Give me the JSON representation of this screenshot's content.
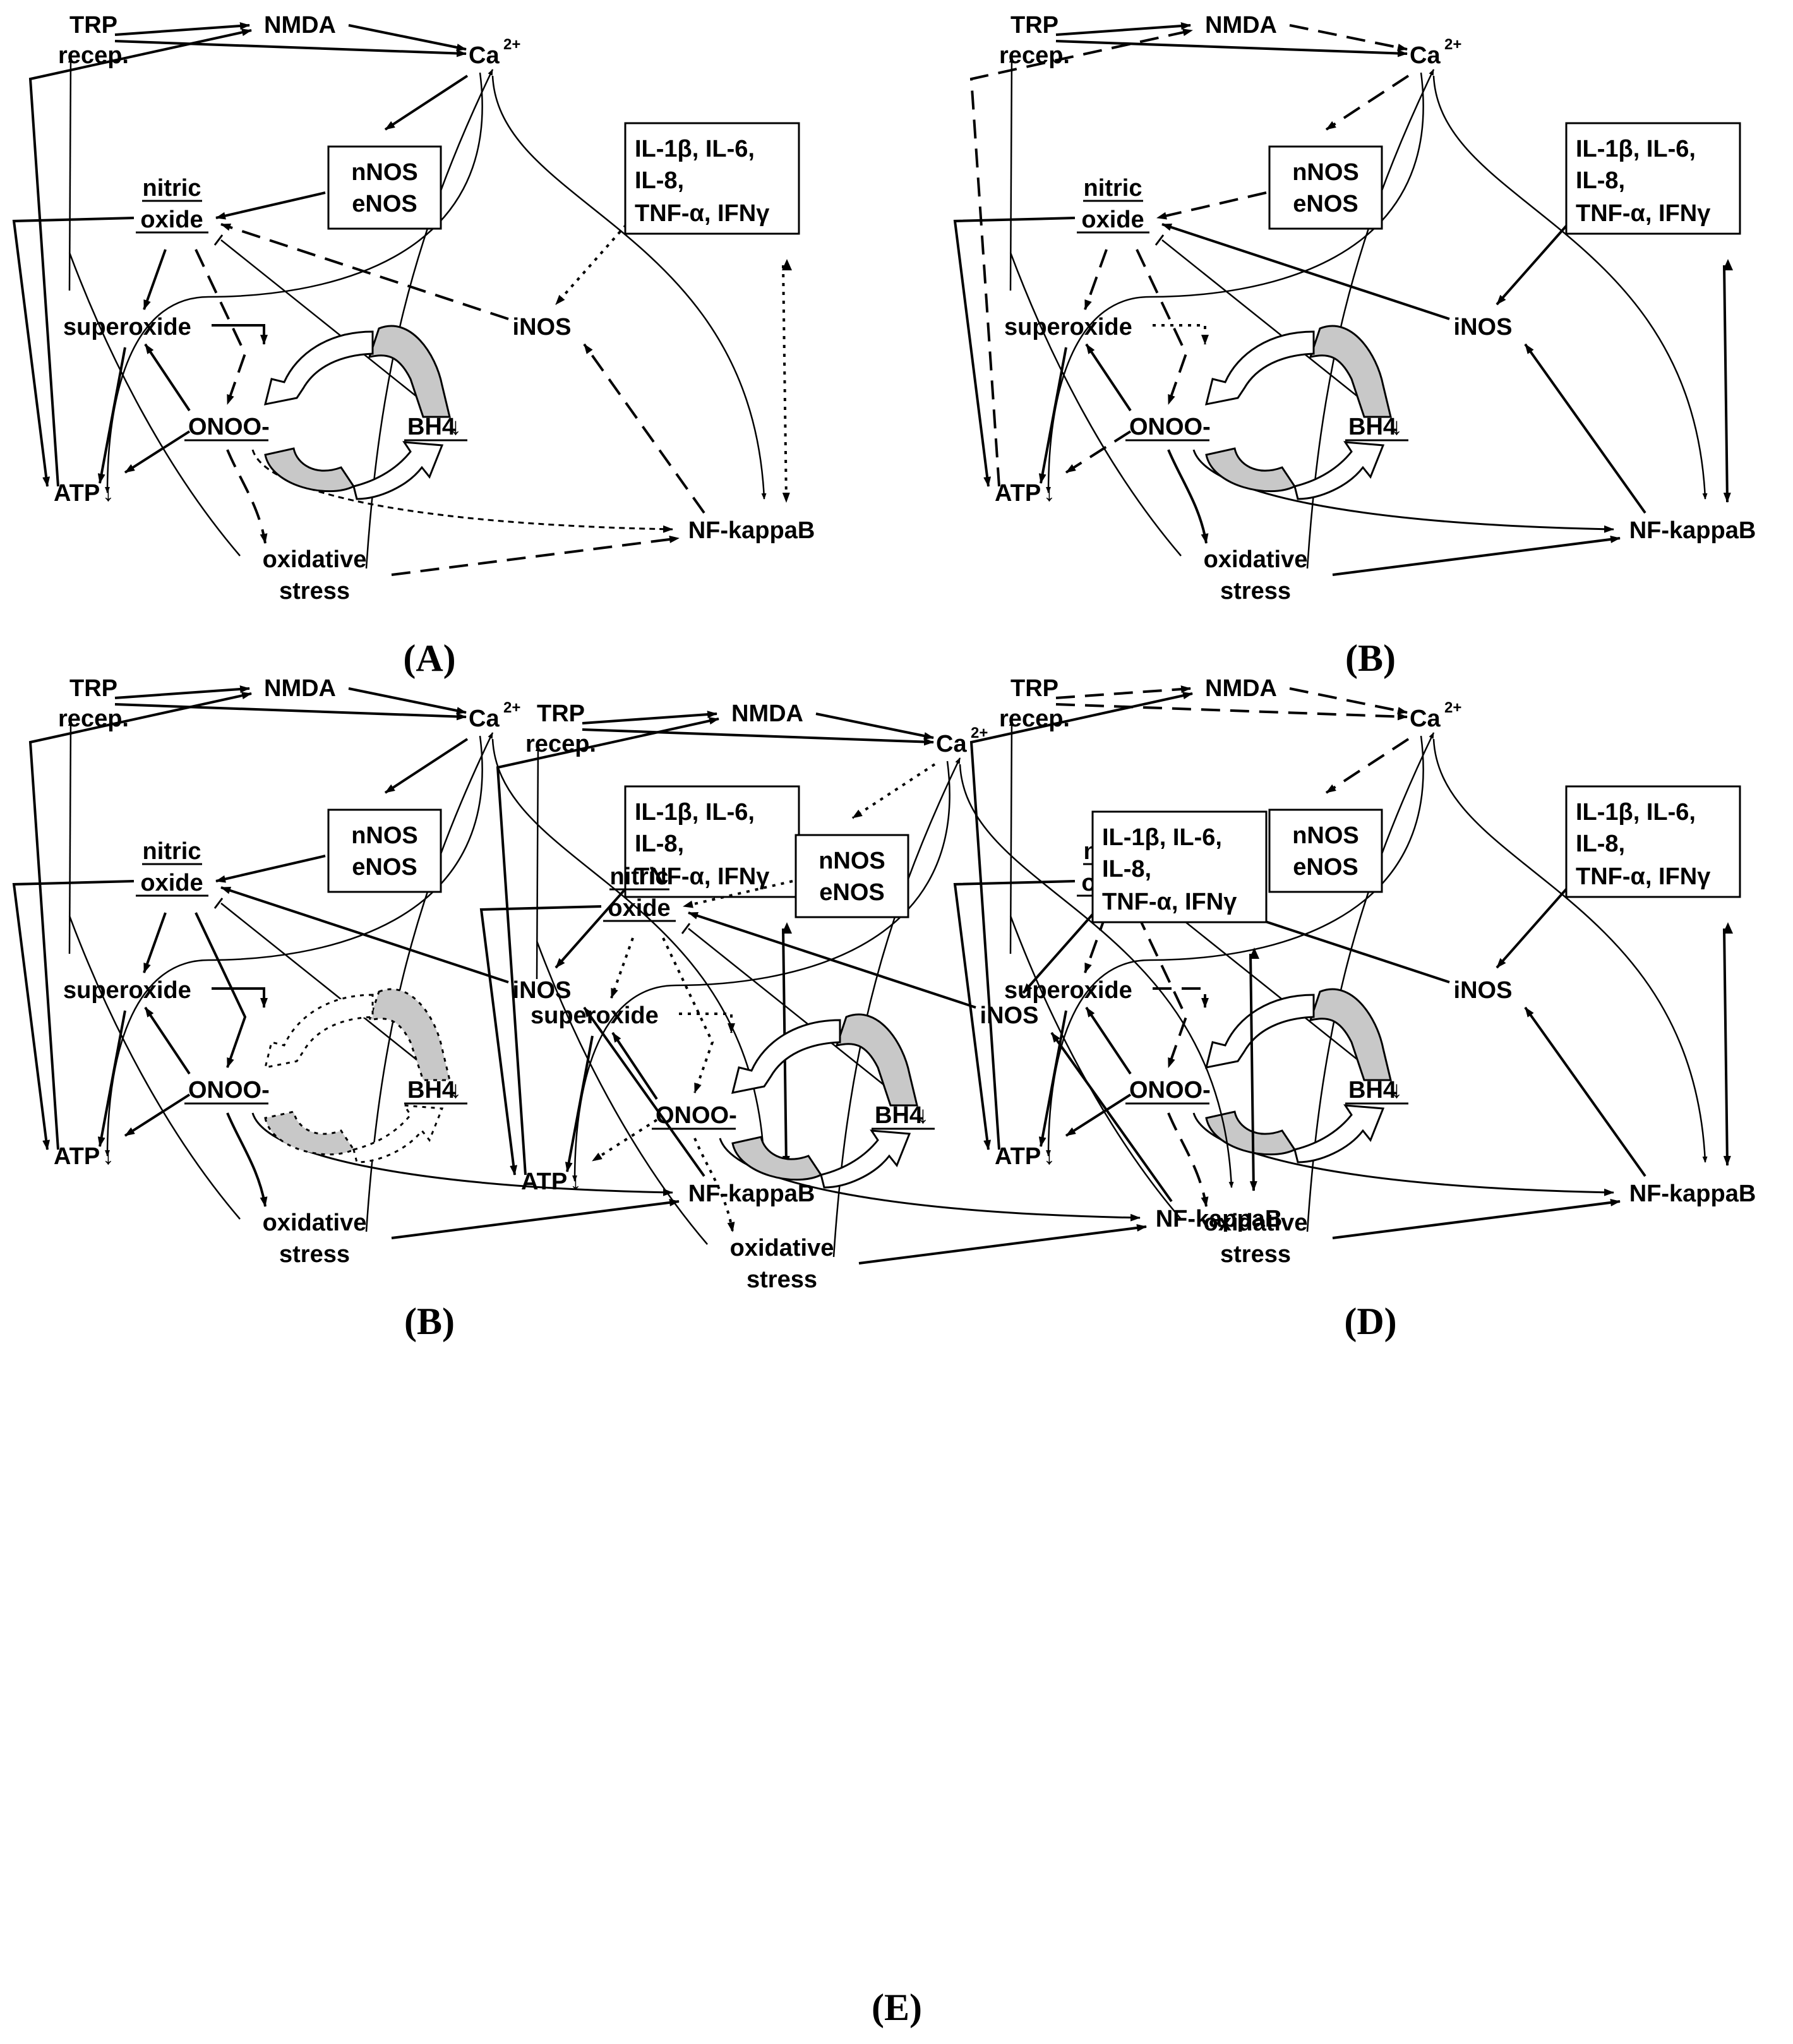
{
  "nodes": {
    "trp_line1": "TRP",
    "trp_line2": "recep.",
    "nmda": "NMDA",
    "ca_base": "Ca",
    "ca_sup": "2+",
    "nos_line1": "nNOS",
    "nos_line2": "eNOS",
    "no_line1": "nitric",
    "no_line2": "oxide",
    "superoxide": "superoxide",
    "onoo": "ONOO-",
    "bh4": "BH4",
    "atp": "ATP",
    "ox_line1": "oxidative",
    "ox_line2": "stress",
    "inos": "iNOS",
    "nfkb": "NF-kappaB",
    "cyt_line1": "IL-1β, IL-6,",
    "cyt_line2": "IL-8,",
    "cyt_line3": "TNF-α, IFNγ",
    "down_arrow": "↓"
  },
  "panels": [
    {
      "id": "A",
      "caption": "(A)"
    },
    {
      "id": "B1",
      "caption": "(B)"
    },
    {
      "id": "B2",
      "caption": "(B)"
    },
    {
      "id": "D",
      "caption": "(D)"
    },
    {
      "id": "E",
      "caption": "(E)"
    }
  ],
  "line_styles": {
    "A": {
      "ca_nos": "solid",
      "nos_no": "solid",
      "no_sup": "solid",
      "no_onoo": "dashed",
      "inos_no": "dashed",
      "onoo_atp": "solid",
      "onoo_ox": "dashed",
      "onoo_nfkb": "dotted-fine",
      "ox_nfkb": "dashed",
      "nfkb_inos": "dashed",
      "cyt_inos": "dotted",
      "cyt_nfkb": "dotted",
      "atp_nmda": "solid",
      "trp_nmda": "solid",
      "trp_ca": "solid",
      "nmda_ca": "solid",
      "sup_onoo": "solid",
      "cycle": "solid"
    },
    "B1": {
      "ca_nos": "dashed",
      "nos_no": "dashed",
      "no_sup": "dashed",
      "no_onoo": "dashed",
      "inos_no": "solid",
      "onoo_atp": "dashed",
      "onoo_ox": "solid",
      "onoo_nfkb": "solid",
      "ox_nfkb": "solid",
      "nfkb_inos": "solid",
      "cyt_inos": "solid",
      "cyt_nfkb": "solid",
      "atp_nmda": "dashed",
      "trp_nmda": "solid",
      "trp_ca": "solid",
      "nmda_ca": "dashed",
      "sup_onoo": "dotted",
      "cycle": "solid"
    },
    "B2": {
      "ca_nos": "solid",
      "nos_no": "solid",
      "no_sup": "solid",
      "no_onoo": "solid",
      "inos_no": "solid",
      "onoo_atp": "solid",
      "onoo_ox": "solid",
      "onoo_nfkb": "solid",
      "ox_nfkb": "solid",
      "nfkb_inos": "solid",
      "cyt_inos": "solid",
      "cyt_nfkb": "solid",
      "atp_nmda": "solid",
      "trp_nmda": "solid",
      "trp_ca": "solid",
      "nmda_ca": "solid",
      "sup_onoo": "solid",
      "cycle": "dotted"
    },
    "D": {
      "ca_nos": "dashed",
      "nos_no": "dashed",
      "no_sup": "dashed",
      "no_onoo": "dashed",
      "inos_no": "solid",
      "onoo_atp": "solid",
      "onoo_ox": "dashed",
      "onoo_nfkb": "solid",
      "ox_nfkb": "solid",
      "nfkb_inos": "solid",
      "cyt_inos": "solid",
      "cyt_nfkb": "solid",
      "atp_nmda": "solid",
      "trp_nmda": "dashed",
      "trp_ca": "dashed",
      "nmda_ca": "dashed",
      "sup_onoo": "dashed",
      "cycle": "solid"
    },
    "E": {
      "ca_nos": "dotted",
      "nos_no": "dotted",
      "no_sup": "dotted",
      "no_onoo": "dotted",
      "inos_no": "solid",
      "onoo_atp": "dotted",
      "onoo_ox": "dotted",
      "onoo_nfkb": "solid",
      "ox_nfkb": "solid",
      "nfkb_inos": "solid",
      "cyt_inos": "solid",
      "cyt_nfkb": "solid",
      "atp_nmda": "solid",
      "trp_nmda": "solid",
      "trp_ca": "solid",
      "nmda_ca": "solid",
      "sup_onoo": "dotted",
      "cycle": "solid"
    }
  }
}
